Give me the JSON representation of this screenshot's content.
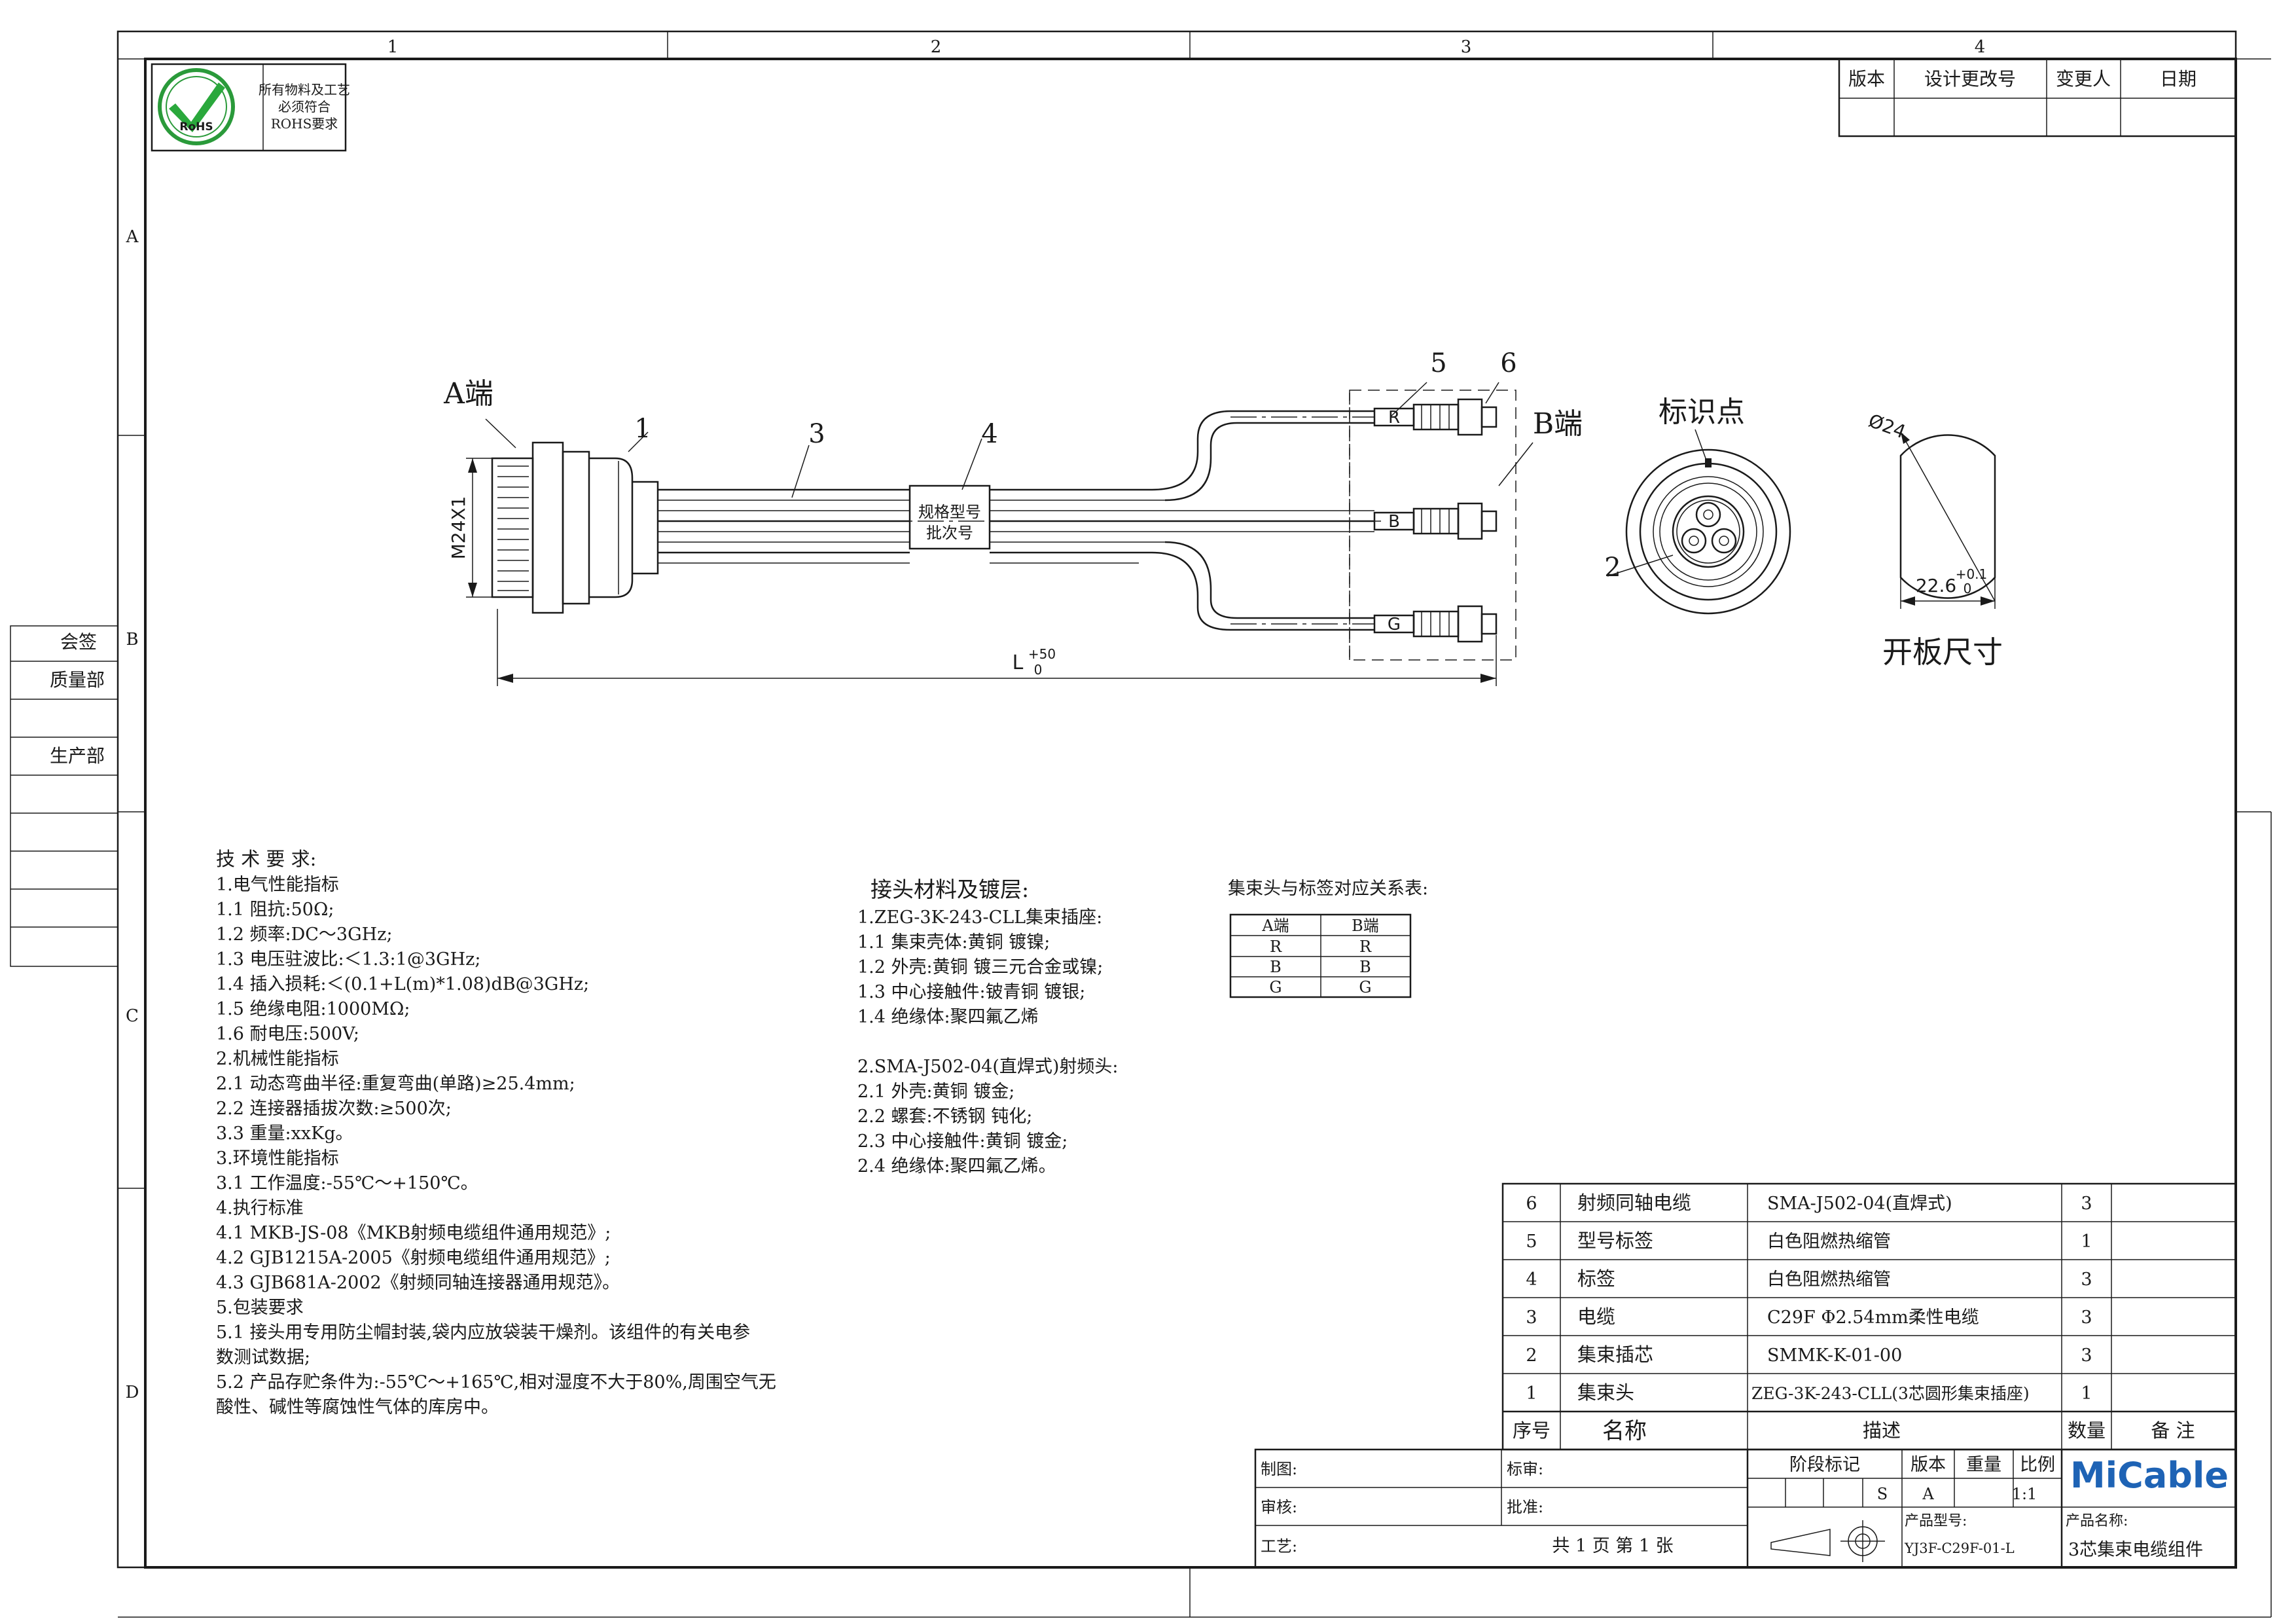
{
  "frame": {
    "col_labels": [
      "1",
      "2",
      "3",
      "4"
    ],
    "row_labels": [
      "A",
      "B",
      "C",
      "D"
    ]
  },
  "rohs": {
    "logo_text": "RoHS",
    "note_lines": [
      "所有物料及工艺",
      "必须符合",
      "ROHS要求"
    ]
  },
  "revision_table": {
    "headers": [
      "版本",
      "设计更改号",
      "变更人",
      "日期"
    ]
  },
  "sign_table": {
    "rows": [
      "会签",
      "质量部",
      "",
      "生产部",
      "",
      "",
      "",
      "",
      ""
    ]
  },
  "drawing": {
    "end_a": "A端",
    "end_b": "B端",
    "thread": "M24X1",
    "callouts": [
      "1",
      "2",
      "3",
      "4",
      "5",
      "6"
    ],
    "label_sleeve_lines": [
      "规格型号",
      "批次号"
    ],
    "wire_letters": [
      "R",
      "B",
      "G"
    ],
    "length_dim": "L",
    "length_tol_upper": "+50",
    "length_tol_lower": "0",
    "marker_point": "标识点",
    "panel_diameter": "Ø24",
    "panel_flat": "22.6",
    "panel_flat_tol_upper": "+0.1",
    "panel_flat_tol_lower": "0",
    "panel_cutout": "开板尺寸"
  },
  "tech_requirements": {
    "title": "技 术 要 求:",
    "lines": [
      "1.电气性能指标",
      "1.1 阻抗:50Ω;",
      "1.2 频率:DC～3GHz;",
      "1.3 电压驻波比:＜1.3:1@3GHz;",
      "1.4 插入损耗:＜(0.1+L(m)*1.08)dB@3GHz;",
      "1.5 绝缘电阻:1000MΩ;",
      "1.6 耐电压:500V;",
      "2.机械性能指标",
      "2.1 动态弯曲半径:重复弯曲(单路)≥25.4mm;",
      "2.2 连接器插拔次数:≥500次;",
      "3.3 重量:xxKg。",
      "3.环境性能指标",
      "3.1 工作温度:-55℃～+150℃。",
      "4.执行标准",
      "4.1 MKB-JS-08《MKB射频电缆组件通用规范》;",
      "4.2 GJB1215A-2005《射频电缆组件通用规范》;",
      "4.3 GJB681A-2002《射频同轴连接器通用规范》。",
      "5.包装要求",
      "5.1 接头用专用防尘帽封装,袋内应放袋装干燥剂。该组件的有关电参",
      "数测试数据;",
      "5.2 产品存贮条件为:-55℃～+165℃,相对湿度不大于80%,周围空气无",
      "酸性、碱性等腐蚀性气体的库房中。"
    ]
  },
  "materials": {
    "title": "接头材料及镀层:",
    "lines": [
      "1.ZEG-3K-243-CLL集束插座:",
      "1.1 集束壳体:黄铜 镀镍;",
      "1.2 外壳:黄铜 镀三元合金或镍;",
      "1.3 中心接触件:铍青铜 镀银;",
      "1.4 绝缘体:聚四氟乙烯",
      "",
      "2.SMA-J502-04(直焊式)射频头:",
      "2.1 外壳:黄铜 镀金;",
      "2.2 螺套:不锈钢 钝化;",
      "2.3 中心接触件:黄铜 镀金;",
      "2.4 绝缘体:聚四氟乙烯。"
    ]
  },
  "mapping": {
    "title": "集束头与标签对应关系表:",
    "headers": [
      "A端",
      "B端"
    ],
    "rows": [
      [
        "R",
        "R"
      ],
      [
        "B",
        "B"
      ],
      [
        "G",
        "G"
      ]
    ]
  },
  "bom": {
    "rows": [
      {
        "no": "6",
        "name": "射频同轴电缆",
        "desc": "SMA-J502-04(直焊式)",
        "qty": "3",
        "note": ""
      },
      {
        "no": "5",
        "name": "型号标签",
        "desc": "白色阻燃热缩管",
        "qty": "1",
        "note": ""
      },
      {
        "no": "4",
        "name": "标签",
        "desc": "白色阻燃热缩管",
        "qty": "3",
        "note": ""
      },
      {
        "no": "3",
        "name": "电缆",
        "desc": "C29F Φ2.54mm柔性电缆",
        "qty": "3",
        "note": ""
      },
      {
        "no": "2",
        "name": "集束插芯",
        "desc": "SMMK-K-01-00",
        "qty": "3",
        "note": ""
      },
      {
        "no": "1",
        "name": "集束头",
        "desc": "ZEG-3K-243-CLL(3芯圆形集束插座)",
        "qty": "1",
        "note": ""
      }
    ],
    "headers": {
      "no": "序号",
      "name": "名称",
      "desc": "描述",
      "qty": "数量",
      "note": "备 注"
    }
  },
  "title_block": {
    "draw": "制图:",
    "standard": "标审:",
    "review": "审核:",
    "approve": "批准:",
    "process": "工艺:",
    "pages": "共 1 页 第 1 张",
    "stage_mark": "阶段标记",
    "stage_s": "S",
    "version_label": "版本",
    "weight_label": "重量",
    "scale_label": "比例",
    "version_value": "A",
    "scale_value": "1:1",
    "product_no_label": "产品型号:",
    "product_no": "YJ3F-C29F-01-L",
    "product_name_label": "产品名称:",
    "product_name": "3芯集束电缆组件",
    "logo": "MiCable",
    "logo_color": "#1e63b5"
  }
}
